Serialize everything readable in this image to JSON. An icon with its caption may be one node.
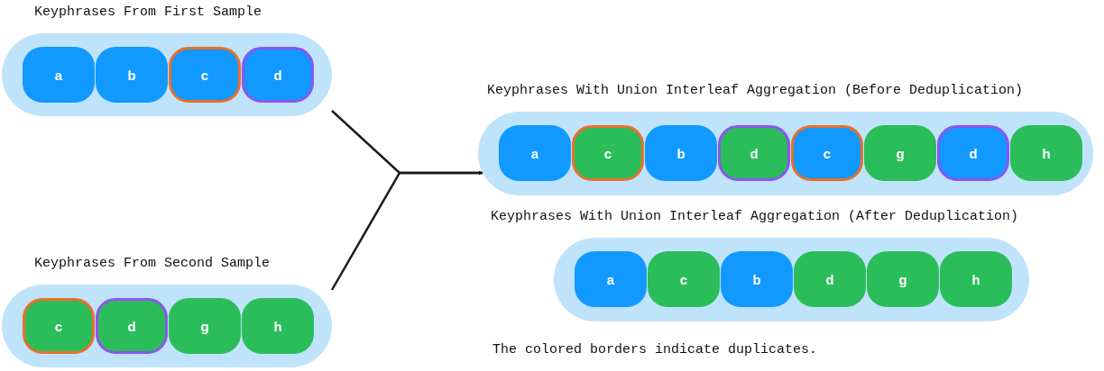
{
  "diagram": {
    "nodes": [
      {
        "text": [
          "Keyphrases From First Sample"
        ]
      },
      {
        "text": [
          "a"
        ],
        "in": 0
      },
      {
        "text": [
          "b"
        ],
        "in": 0
      },
      {
        "text": [
          "c"
        ],
        "in": 0
      },
      {
        "text": [
          "d"
        ],
        "in": 0
      },
      {
        "text": [
          "Keyphrases From Second Sample"
        ]
      },
      {
        "text": [
          "c"
        ],
        "in": 5
      },
      {
        "text": [
          "d"
        ],
        "in": 5
      },
      {
        "text": [
          "g"
        ],
        "in": 5
      },
      {
        "text": [
          "h"
        ],
        "in": 5
      },
      {
        "text": [
          "Keyphrases With Union Interleaf Aggregation (Before Deduplication)"
        ]
      },
      {
        "text": [
          "a"
        ],
        "in": 10
      },
      {
        "text": [
          "c"
        ],
        "in": 10
      },
      {
        "text": [
          "b"
        ],
        "in": 10
      },
      {
        "text": [
          "d"
        ],
        "in": 10
      },
      {
        "text": [
          "c"
        ],
        "in": 10
      },
      {
        "text": [
          "g"
        ],
        "in": 10
      },
      {
        "text": [
          "d"
        ],
        "in": 10
      },
      {
        "text": [
          "h"
        ],
        "in": 10
      },
      {
        "text": [
          "Keyphrases With Union Interleaf Aggregation (After Deduplication)"
        ]
      },
      {
        "text": [
          "a"
        ],
        "in": 19
      },
      {
        "text": [
          "c"
        ],
        "in": 19
      },
      {
        "text": [
          "b"
        ],
        "in": 19
      },
      {
        "text": [
          "d"
        ],
        "in": 19
      },
      {
        "text": [
          "g"
        ],
        "in": 19
      },
      {
        "text": [
          "h"
        ],
        "in": 19
      }
    ],
    "edges": [
      {
        "from": 0,
        "to": 10,
        "arrow": "to"
      },
      {
        "from": 5,
        "to": 10,
        "arrow": "to"
      }
    ],
    "labels": [
      "The colored borders indicate duplicates."
    ]
  }
}
